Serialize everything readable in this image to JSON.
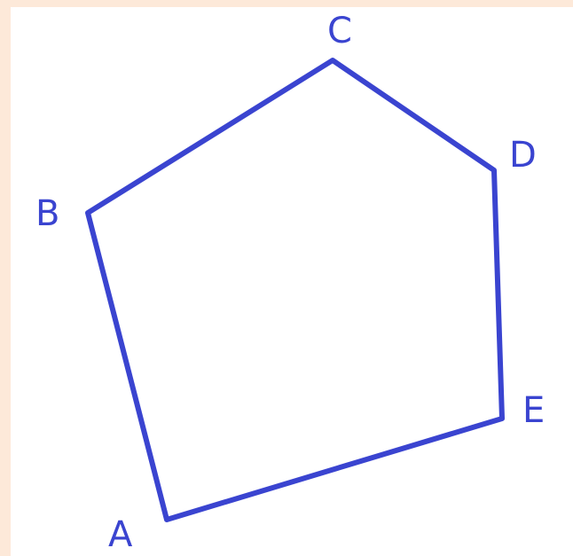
{
  "colors": {
    "frame": "#fde9d9",
    "background": "#ffffff",
    "stroke": "#3a44d0"
  },
  "diagram": {
    "vertices": [
      {
        "id": "A",
        "label": "A"
      },
      {
        "id": "B",
        "label": "B"
      },
      {
        "id": "C",
        "label": "C"
      },
      {
        "id": "D",
        "label": "D"
      },
      {
        "id": "E",
        "label": "E"
      }
    ]
  }
}
